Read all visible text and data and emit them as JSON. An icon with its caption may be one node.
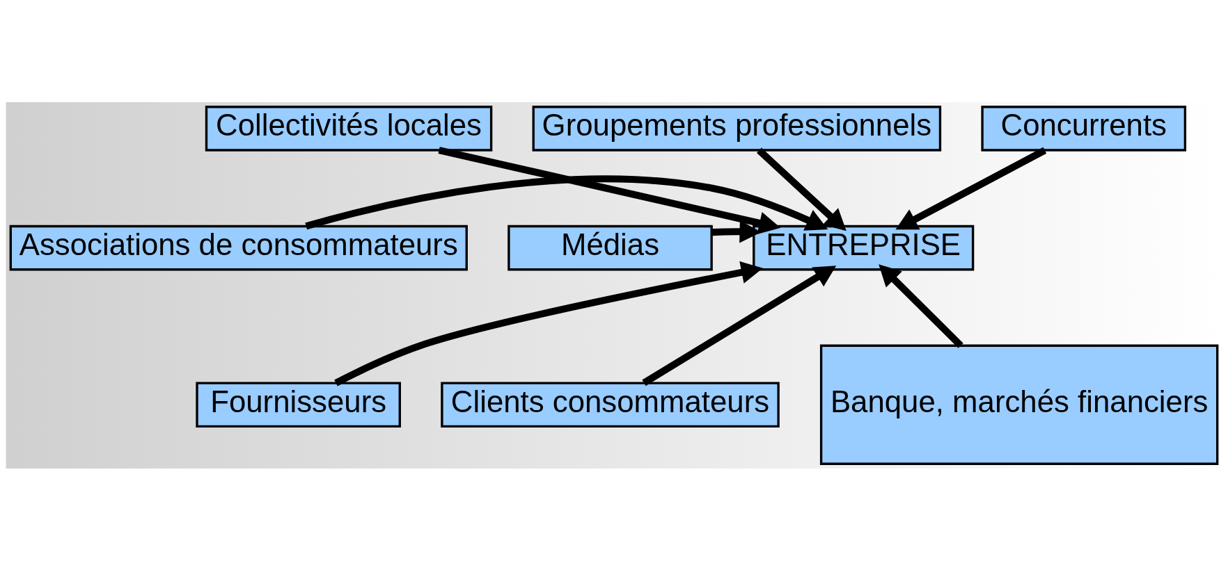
{
  "diagram": {
    "nodes": [
      {
        "text": [
          "Collectivités locales"
        ]
      },
      {
        "text": [
          "Groupements professionnels"
        ]
      },
      {
        "text": [
          "Concurrents"
        ]
      },
      {
        "text": [
          "Associations de consommateurs"
        ]
      },
      {
        "text": [
          "Médias"
        ]
      },
      {
        "text": [
          "ENTREPRISE"
        ]
      },
      {
        "text": [
          "Fournisseurs"
        ]
      },
      {
        "text": [
          "Clients consommateurs"
        ]
      },
      {
        "text": [
          "Banque, marchés financiers"
        ]
      }
    ],
    "edges": [
      {
        "from": 0,
        "to": 5,
        "arrow": "to"
      },
      {
        "from": 1,
        "to": 5,
        "arrow": "to"
      },
      {
        "from": 2,
        "to": 5,
        "arrow": "to"
      },
      {
        "from": 4,
        "to": 5,
        "arrow": "to"
      },
      {
        "from": 3,
        "to": 5,
        "arrow": "to"
      },
      {
        "from": 6,
        "to": 5,
        "arrow": "to"
      },
      {
        "from": 7,
        "to": 5,
        "arrow": "to"
      },
      {
        "from": 8,
        "to": 5,
        "arrow": "to"
      }
    ]
  }
}
